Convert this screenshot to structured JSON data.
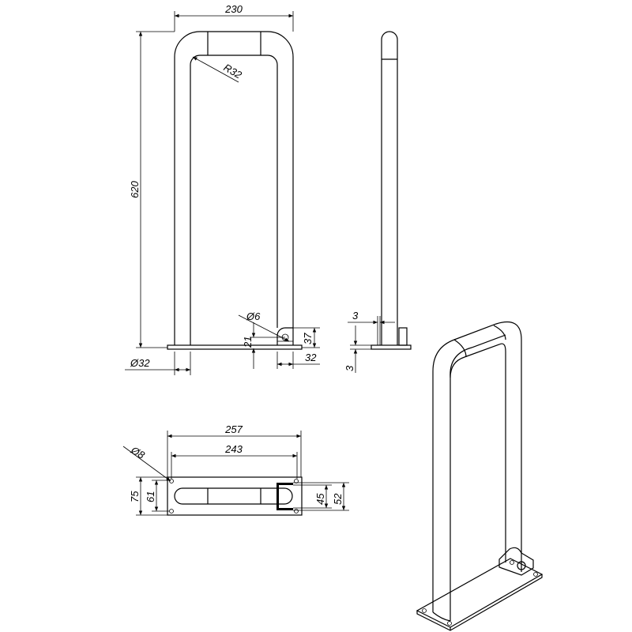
{
  "drawing": {
    "front_view": {
      "width_dim": "230",
      "radius_dim": "R32",
      "height_dim": "620",
      "tube_dia_dim": "Ø32",
      "hole_dia_dim": "Ø6",
      "hole_height_dim": "21",
      "bracket_height_dim": "37",
      "bracket_width_dim": "32"
    },
    "side_view": {
      "wall_thickness_dim": "3",
      "plate_thickness_dim": "3"
    },
    "top_view": {
      "plate_length_dim": "257",
      "hole_spacing_length_dim": "243",
      "mount_hole_dia_dim": "Ø8",
      "plate_width_dim": "75",
      "hole_spacing_width_dim": "61",
      "bracket_inner_dim": "45",
      "bracket_outer_dim": "52"
    }
  }
}
